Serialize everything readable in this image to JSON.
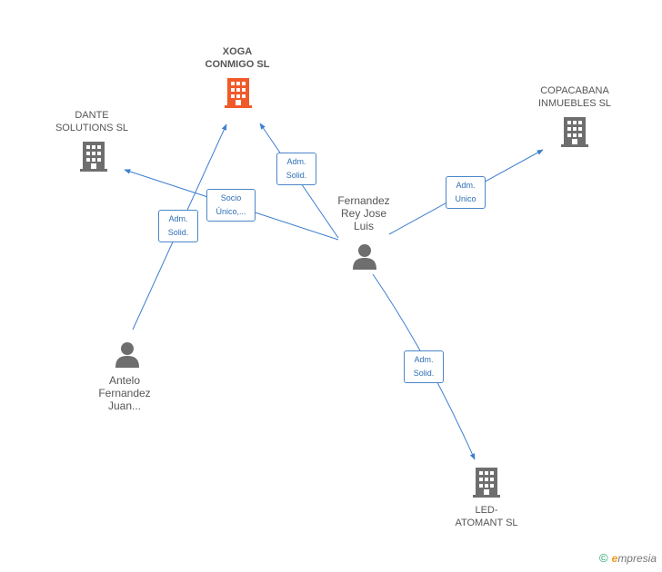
{
  "colors": {
    "edge": "#3d7fcf",
    "company": "#6e6e6e",
    "company_main": "#f05a28",
    "person": "#6e6e6e",
    "label_border": "#4a86c8",
    "label_text": "#2f6fb5"
  },
  "nodes": {
    "xoga": {
      "name_line1": "XOGA",
      "name_line2": "CONMIGO SL",
      "icon": "building-icon"
    },
    "dante": {
      "name_line1": "DANTE",
      "name_line2": "SOLUTIONS SL",
      "icon": "building-icon"
    },
    "copacabana": {
      "name_line1": "COPACABANA",
      "name_line2": "INMUEBLES  SL",
      "icon": "building-icon"
    },
    "led": {
      "name_line1": "LED-",
      "name_line2": "ATOMANT  SL",
      "icon": "building-icon"
    },
    "fernandez": {
      "name_line1": "Fernandez",
      "name_line2": "Rey Jose",
      "name_line3": "Luis",
      "icon": "person-icon"
    },
    "antelo": {
      "name_line1": "Antelo",
      "name_line2": "Fernandez",
      "name_line3": "Juan...",
      "icon": "person-icon"
    }
  },
  "edges": {
    "fernandez_xoga": {
      "line1": "Adm.",
      "line2": "Solid."
    },
    "fernandez_dante": {
      "line1": "Socio",
      "line2": "Único,..."
    },
    "fernandez_copacabana": {
      "line1": "Adm.",
      "line2": "Unico"
    },
    "fernandez_led": {
      "line1": "Adm.",
      "line2": "Solid."
    },
    "antelo_xoga": {
      "line1": "Adm.",
      "line2": "Solid."
    }
  },
  "footer": {
    "copyright": "©",
    "brand_first": "e",
    "brand_rest": "mpresia"
  }
}
